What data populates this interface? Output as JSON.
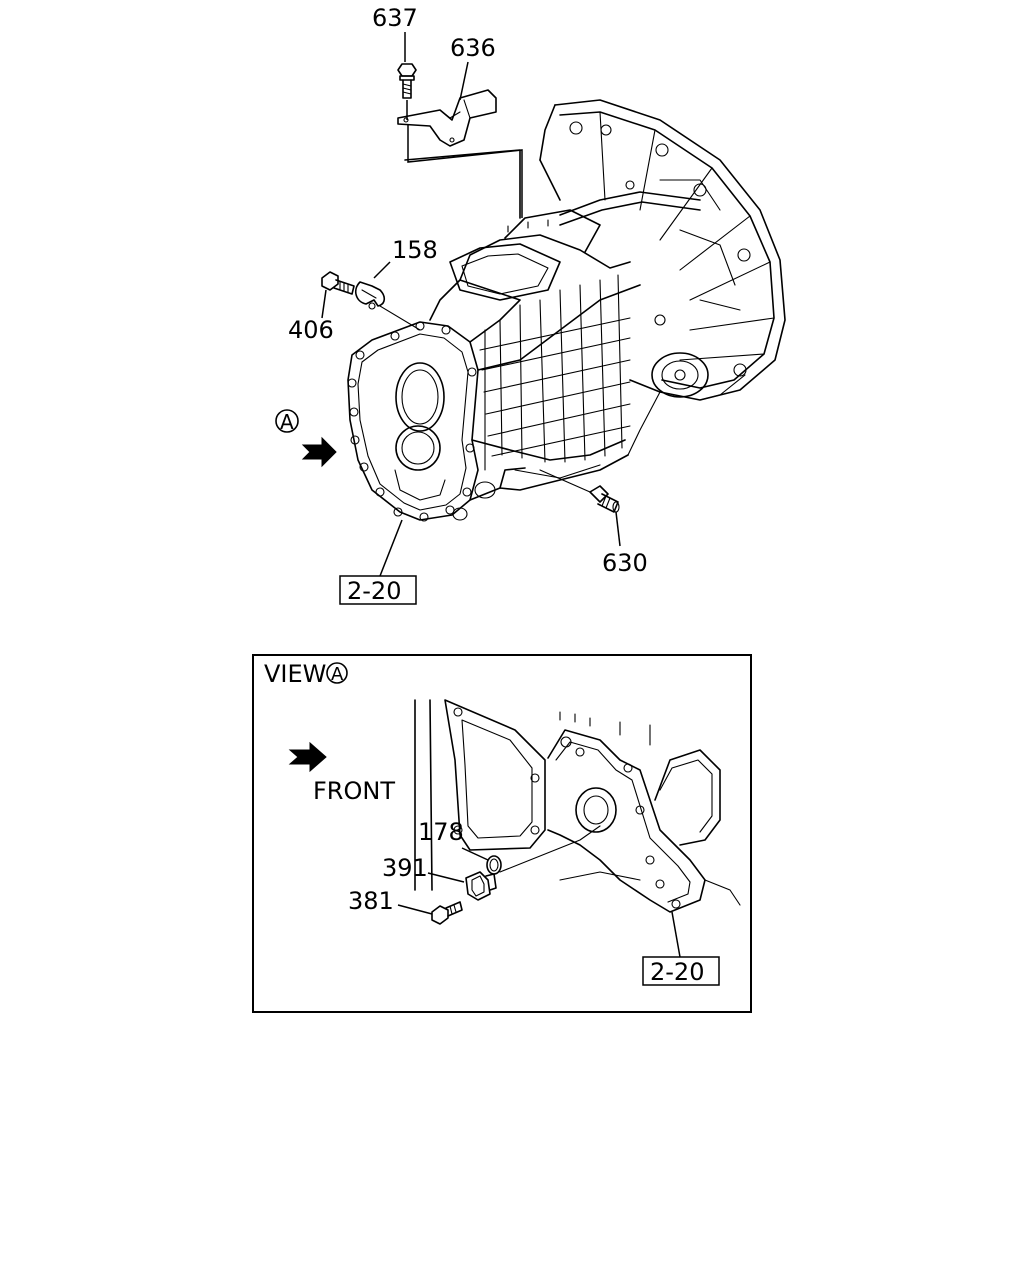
{
  "callouts": {
    "p637": "637",
    "p636": "636",
    "p158": "158",
    "p406": "406",
    "p630": "630",
    "ref_main": "2-20",
    "view_marker": "A"
  },
  "view_panel": {
    "title_word": "VIEW",
    "title_marker": "A",
    "front_label": "FRONT",
    "p178": "178",
    "p391": "391",
    "p381": "381",
    "ref": "2-20"
  }
}
